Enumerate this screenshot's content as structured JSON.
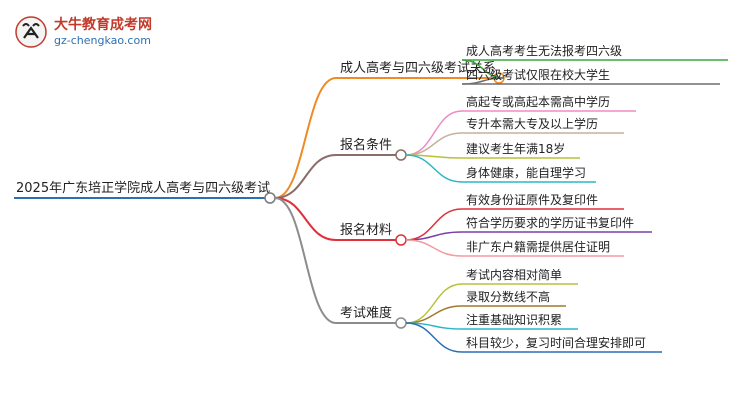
{
  "logo": {
    "title": "大牛教育成考网",
    "url": "gz-chengkao.com"
  },
  "mindmap": {
    "root": "2025年广东培正学院成人高考与四六级考试",
    "branches": [
      {
        "label": "成人高考与四六级考试关系",
        "color": "#f08a24",
        "children": [
          {
            "label": "成人高考考生无法报考四六级",
            "color": "#3aa63a"
          },
          {
            "label": "四六级考试仅限在校大学生",
            "color": "#6e6e6e"
          }
        ]
      },
      {
        "label": "报名条件",
        "color": "#8a6d68",
        "children": [
          {
            "label": "高起专或高起本需高中学历",
            "color": "#f08ac0"
          },
          {
            "label": "专升本需大专及以上学历",
            "color": "#c6b19c"
          },
          {
            "label": "建议考生年满18岁",
            "color": "#b7c23a"
          },
          {
            "label": "身体健康，能自理学习",
            "color": "#2bb5c8"
          }
        ]
      },
      {
        "label": "报名材料",
        "color": "#e0303a",
        "children": [
          {
            "label": "有效身份证原件及复印件",
            "color": "#e0303a"
          },
          {
            "label": "符合学历要求的学历证书复印件",
            "color": "#7a3fa8"
          },
          {
            "label": "非广东户籍需提供居住证明",
            "color": "#f39aa2"
          }
        ]
      },
      {
        "label": "考试难度",
        "color": "#8c8c8c",
        "children": [
          {
            "label": "考试内容相对简单",
            "color": "#b7c23a"
          },
          {
            "label": "录取分数线不高",
            "color": "#a07a2a"
          },
          {
            "label": "注重基础知识积累",
            "color": "#2bb5c8"
          },
          {
            "label": "科目较少，复习时间合理安排即可",
            "color": "#2d6fb3"
          }
        ]
      }
    ]
  }
}
